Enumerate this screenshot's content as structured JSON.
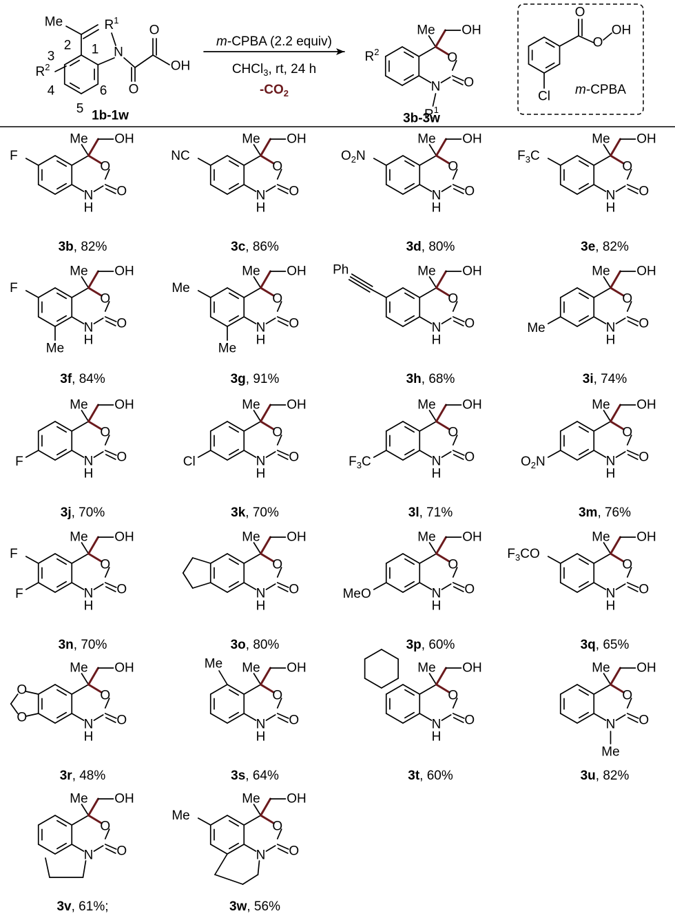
{
  "colors": {
    "ink": "#000000",
    "accent": "#6b1a1d"
  },
  "reaction": {
    "reagent": "m-CPBA (2.2 equiv)",
    "reagent_prefix": "m",
    "reagent_name": "-CPBA (2.2 equiv)",
    "conditions": "CHCl3, rt, 24 h",
    "solvent": "CHCl",
    "solvent_sub": "3",
    "temp_time": ", rt, 24 h",
    "byproduct": "-CO2",
    "byproduct_main": "-CO",
    "byproduct_sub": "2",
    "sm_label": "1b-1w",
    "product_label": "3b-3w",
    "sm_atoms": {
      "me": "Me",
      "r1": "R",
      "r1_sup": "1",
      "r2": "R",
      "r2_sup": "2",
      "n": "N",
      "o": "O",
      "oh": "OH",
      "pos1": "1",
      "pos2": "2",
      "pos3": "3",
      "pos4": "4",
      "pos5": "5",
      "pos6": "6"
    },
    "product_atoms": {
      "me": "Me",
      "oh": "OH",
      "o": "O",
      "n": "N",
      "r1": "R",
      "r1_sup": "1",
      "r2": "R",
      "r2_sup": "2"
    },
    "mcpba_box": {
      "o": "O",
      "ooh": "OH",
      "cl": "Cl",
      "label_prefix": "m",
      "label_name": "-CPBA"
    }
  },
  "common_atoms": {
    "me": "Me",
    "oh": "OH",
    "o": "O",
    "nh": "N",
    "h": "H",
    "n": "N"
  },
  "products": [
    {
      "id": "3b",
      "yield": ", 82%",
      "subs": [
        {
          "label": "F",
          "sub": "",
          "pos": "c6"
        }
      ]
    },
    {
      "id": "3c",
      "yield": ", 86%",
      "subs": [
        {
          "label": "NC",
          "sub": "",
          "pos": "c6"
        }
      ]
    },
    {
      "id": "3d",
      "yield": ", 80%",
      "subs": [
        {
          "label": "O",
          "sub": "2",
          "tail": "N",
          "pos": "c6"
        }
      ]
    },
    {
      "id": "3e",
      "yield": ", 82%",
      "subs": [
        {
          "label": "F",
          "sub": "3",
          "tail": "C",
          "pos": "c6"
        }
      ]
    },
    {
      "id": "3f",
      "yield": ", 84%",
      "subs": [
        {
          "label": "F",
          "sub": "",
          "pos": "c6"
        },
        {
          "label": "Me",
          "sub": "",
          "pos": "c8"
        }
      ]
    },
    {
      "id": "3g",
      "yield": ", 91%",
      "subs": [
        {
          "label": "Me",
          "sub": "",
          "pos": "c6"
        },
        {
          "label": "Me",
          "sub": "",
          "pos": "c8"
        }
      ]
    },
    {
      "id": "3h",
      "yield": ", 68%",
      "subs": [
        {
          "label": "Ph",
          "sub": "",
          "pos": "c6-alkyne"
        }
      ]
    },
    {
      "id": "3i",
      "yield": ", 74%",
      "subs": [
        {
          "label": "Me",
          "sub": "",
          "pos": "c7"
        }
      ]
    },
    {
      "id": "3j",
      "yield": ", 70%",
      "subs": [
        {
          "label": "F",
          "sub": "",
          "pos": "c7"
        }
      ]
    },
    {
      "id": "3k",
      "yield": ", 70%",
      "subs": [
        {
          "label": "Cl",
          "sub": "",
          "pos": "c7"
        }
      ]
    },
    {
      "id": "3l",
      "yield": ", 71%",
      "subs": [
        {
          "label": "F",
          "sub": "3",
          "tail": "C",
          "pos": "c7"
        }
      ]
    },
    {
      "id": "3m",
      "yield": ", 76%",
      "subs": [
        {
          "label": "O",
          "sub": "2",
          "tail": "N",
          "pos": "c7"
        }
      ]
    },
    {
      "id": "3n",
      "yield": ", 70%",
      "subs": [
        {
          "label": "F",
          "sub": "",
          "pos": "c6"
        },
        {
          "label": "F",
          "sub": "",
          "pos": "c7"
        }
      ]
    },
    {
      "id": "3o",
      "yield": ", 80%",
      "subs": [
        {
          "label": "",
          "sub": "",
          "pos": "cyclopentane"
        }
      ]
    },
    {
      "id": "3p",
      "yield": ", 60%",
      "subs": [
        {
          "label": "MeO",
          "sub": "",
          "pos": "c7"
        }
      ]
    },
    {
      "id": "3q",
      "yield": ", 65%",
      "subs": [
        {
          "label": "F",
          "sub": "3",
          "tail": "CO",
          "pos": "c6"
        }
      ]
    },
    {
      "id": "3r",
      "yield": ", 48%",
      "subs": [
        {
          "label": "O",
          "sub": "",
          "pos": "dioxole"
        }
      ]
    },
    {
      "id": "3s",
      "yield": ", 64%",
      "subs": [
        {
          "label": "Me",
          "sub": "",
          "pos": "c5"
        }
      ]
    },
    {
      "id": "3t",
      "yield": ", 60%",
      "subs": [
        {
          "label": "",
          "sub": "",
          "pos": "naphtho"
        }
      ]
    },
    {
      "id": "3u",
      "yield": ", 82%",
      "subs": [
        {
          "label": "Me",
          "sub": "",
          "pos": "n-me"
        }
      ]
    },
    {
      "id": "3v",
      "yield": ", 61%;",
      "subs": [
        {
          "label": "",
          "sub": "",
          "pos": "indoline"
        }
      ]
    },
    {
      "id": "3w",
      "yield": ", 56%",
      "subs": [
        {
          "label": "Me",
          "sub": "",
          "pos": "c6"
        },
        {
          "label": "",
          "sub": "",
          "pos": "tetrahydroquinoline"
        }
      ]
    }
  ]
}
